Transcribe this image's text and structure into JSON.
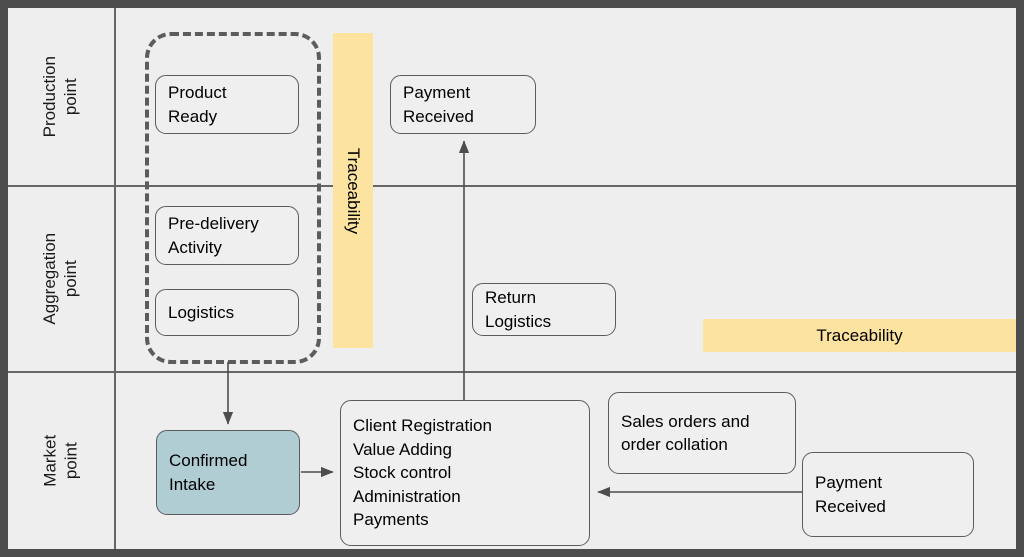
{
  "diagram": {
    "title": "Production-Aggregation-Market point value chain flow",
    "colors": {
      "background": "#eeeeee",
      "frame_border": "#4d4d4d",
      "line": "#5c5c5c",
      "traceability_fill": "#fce3a0",
      "confirmed_intake_fill": "#afcdd3"
    },
    "lanes": [
      {
        "id": "production",
        "label": "Production\npoint"
      },
      {
        "id": "aggregation",
        "label": "Aggregation\npoint"
      },
      {
        "id": "market",
        "label": "Market\npoint"
      }
    ],
    "nodes": [
      {
        "id": "product-ready",
        "label": "Product\nReady"
      },
      {
        "id": "pre-delivery",
        "label": "Pre-delivery\nActivity"
      },
      {
        "id": "logistics",
        "label": "Logistics"
      },
      {
        "id": "payment-received-top",
        "label": "Payment\nReceived"
      },
      {
        "id": "return-logistics",
        "label": "Return\nLogistics"
      },
      {
        "id": "confirmed-intake",
        "label": "Confirmed\nIntake"
      },
      {
        "id": "client-operations",
        "label": "Client Registration\nValue Adding\nStock control\nAdministration\nPayments"
      },
      {
        "id": "sales-orders",
        "label": "Sales orders and\norder collation"
      },
      {
        "id": "payment-received-bottom",
        "label": "Payment\nReceived"
      }
    ],
    "bars": [
      {
        "id": "traceability-vertical",
        "label": "Traceability",
        "orientation": "vertical"
      },
      {
        "id": "traceability-horizontal",
        "label": "Traceability",
        "orientation": "horizontal"
      }
    ]
  }
}
